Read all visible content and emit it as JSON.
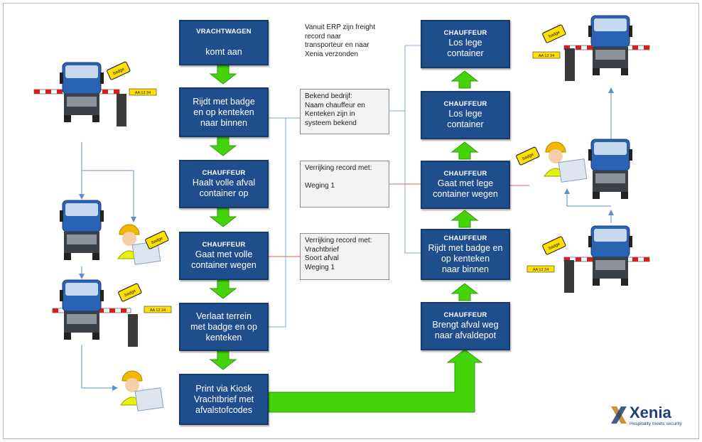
{
  "colors": {
    "box": "#1f4e8c",
    "arrow": "#44d40b",
    "connector": "#7fa7d8",
    "weigh_link": "#e06060"
  },
  "left_flow": [
    {
      "header": "VRACHTWAGEN",
      "text": "\nkomt aan"
    },
    {
      "header": "",
      "text": "Rijdt met badge\nen op kenteken\nnaar binnen"
    },
    {
      "header": "CHAUFFEUR",
      "text": "Haalt volle afval\ncontainer op"
    },
    {
      "header": "CHAUFFEUR",
      "text": "Gaat met volle\ncontainer wegen"
    },
    {
      "header": "",
      "text": "Verlaat terrein\nmet badge en op\nkenteken"
    },
    {
      "header": "",
      "text": "Print via Kiosk\nVrachtbrief  met\nafvalstofcodes"
    }
  ],
  "right_flow": [
    {
      "header": "CHAUFFEUR",
      "text": "Los lege\ncontainer"
    },
    {
      "header": "CHAUFFEUR",
      "text": "Los lege\ncontainer"
    },
    {
      "header": "CHAUFFEUR",
      "text": "Gaat met lege\ncontainer wegen"
    },
    {
      "header": "CHAUFFEUR",
      "text": "Rijdt met badge en\nop kenteken\nnaar binnen"
    },
    {
      "header": "CHAUFFEUR",
      "text": "Brengt afval weg\nnaar afvaldepot"
    }
  ],
  "notes": [
    "Vanuit ERP zijn freight\nrecord naar\ntransporteur en naar\nXenia verzonden",
    "Bekend bedrijf:\nNaam chauffeur en\nKenteken zijn in\nsysteem bekend",
    "Verrijking record met:\n\nWeging 1",
    "Verrijking record met:\nVrachtbrief\nSoort afval\nWeging 1"
  ],
  "icons": {
    "badge_label": "badge",
    "plate": "AA 12 34"
  },
  "logo": {
    "name": "Xenia",
    "tagline": "Hospitality meets security"
  }
}
